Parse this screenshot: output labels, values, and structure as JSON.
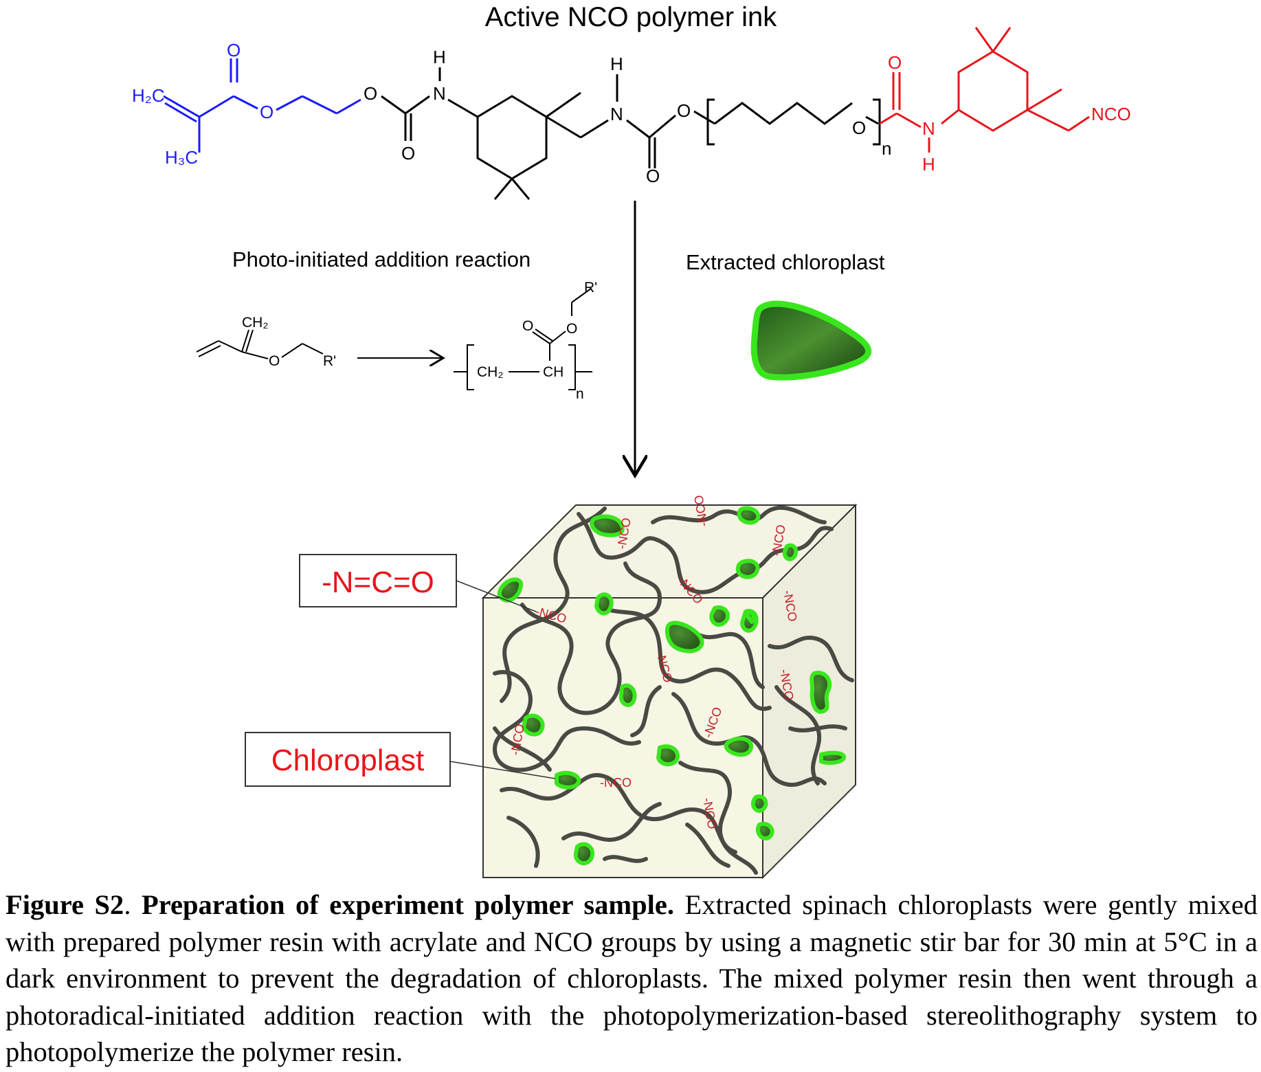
{
  "title": "Active NCO polymer ink",
  "monomer": {
    "h2c": "H₂C",
    "h3c": "H₃C",
    "o_carbonyl_1": "O",
    "o_ester_1": "O",
    "o_ester_2": "O",
    "o_carbonyl_2": "O",
    "nh_1_n": "N",
    "nh_1_h": "H",
    "nh_2_n": "N",
    "nh_2_h": "H",
    "o_ester_3": "O",
    "o_carbonyl_3": "O",
    "o_repeat": "O",
    "repeat_n": "n",
    "o_carbonyl_4": "O",
    "nh_3_n": "N",
    "nh_3_h": "H",
    "nco": "NCO"
  },
  "reaction": {
    "label": "Photo-initiated addition reaction",
    "reactant_ch2": "CH₂",
    "reactant_o": "O",
    "reactant_r": "R'",
    "product_r": "R'",
    "product_o_ester": "O",
    "product_o_carbonyl": "O",
    "product_ch2": "CH₂",
    "product_ch": "CH",
    "product_n": "n"
  },
  "chloroplast_panel": {
    "label": "Extracted chloroplast"
  },
  "cube": {
    "nco_labels": [
      "-NCO",
      "-NCO",
      "-NCO",
      "-NCO",
      "-NCO",
      "-NCO",
      "-NCO",
      "-NCO",
      "-NCO",
      "-NCO",
      "-NCO",
      "-NCO"
    ]
  },
  "callouts": {
    "nco_box": "-N=C=O",
    "chloroplast_box": "Chloroplast"
  },
  "caption": {
    "figure_id": "Figure S2",
    "sep": ". ",
    "bold_title": "Preparation of experiment polymer sample.",
    "body": " Extracted spinach chloroplasts were gently mixed with prepared polymer resin with acrylate and NCO groups by using a magnetic stir bar for 30 min at 5°C in a dark environment to prevent the degradation of chloroplasts. The mixed polymer resin then went through a photoradical-initiated addition reaction with the photopolymerization-based stereolithography system to photopolymerize the polymer resin."
  },
  "colors": {
    "acrylate_blue": "#1a1aff",
    "nco_red": "#e8141b",
    "chloroplast_dark": "#2d6b1f",
    "chloroplast_rim": "#39e61d",
    "cube_face": "#f7f6e4",
    "chain_gray": "#4a4a44"
  }
}
